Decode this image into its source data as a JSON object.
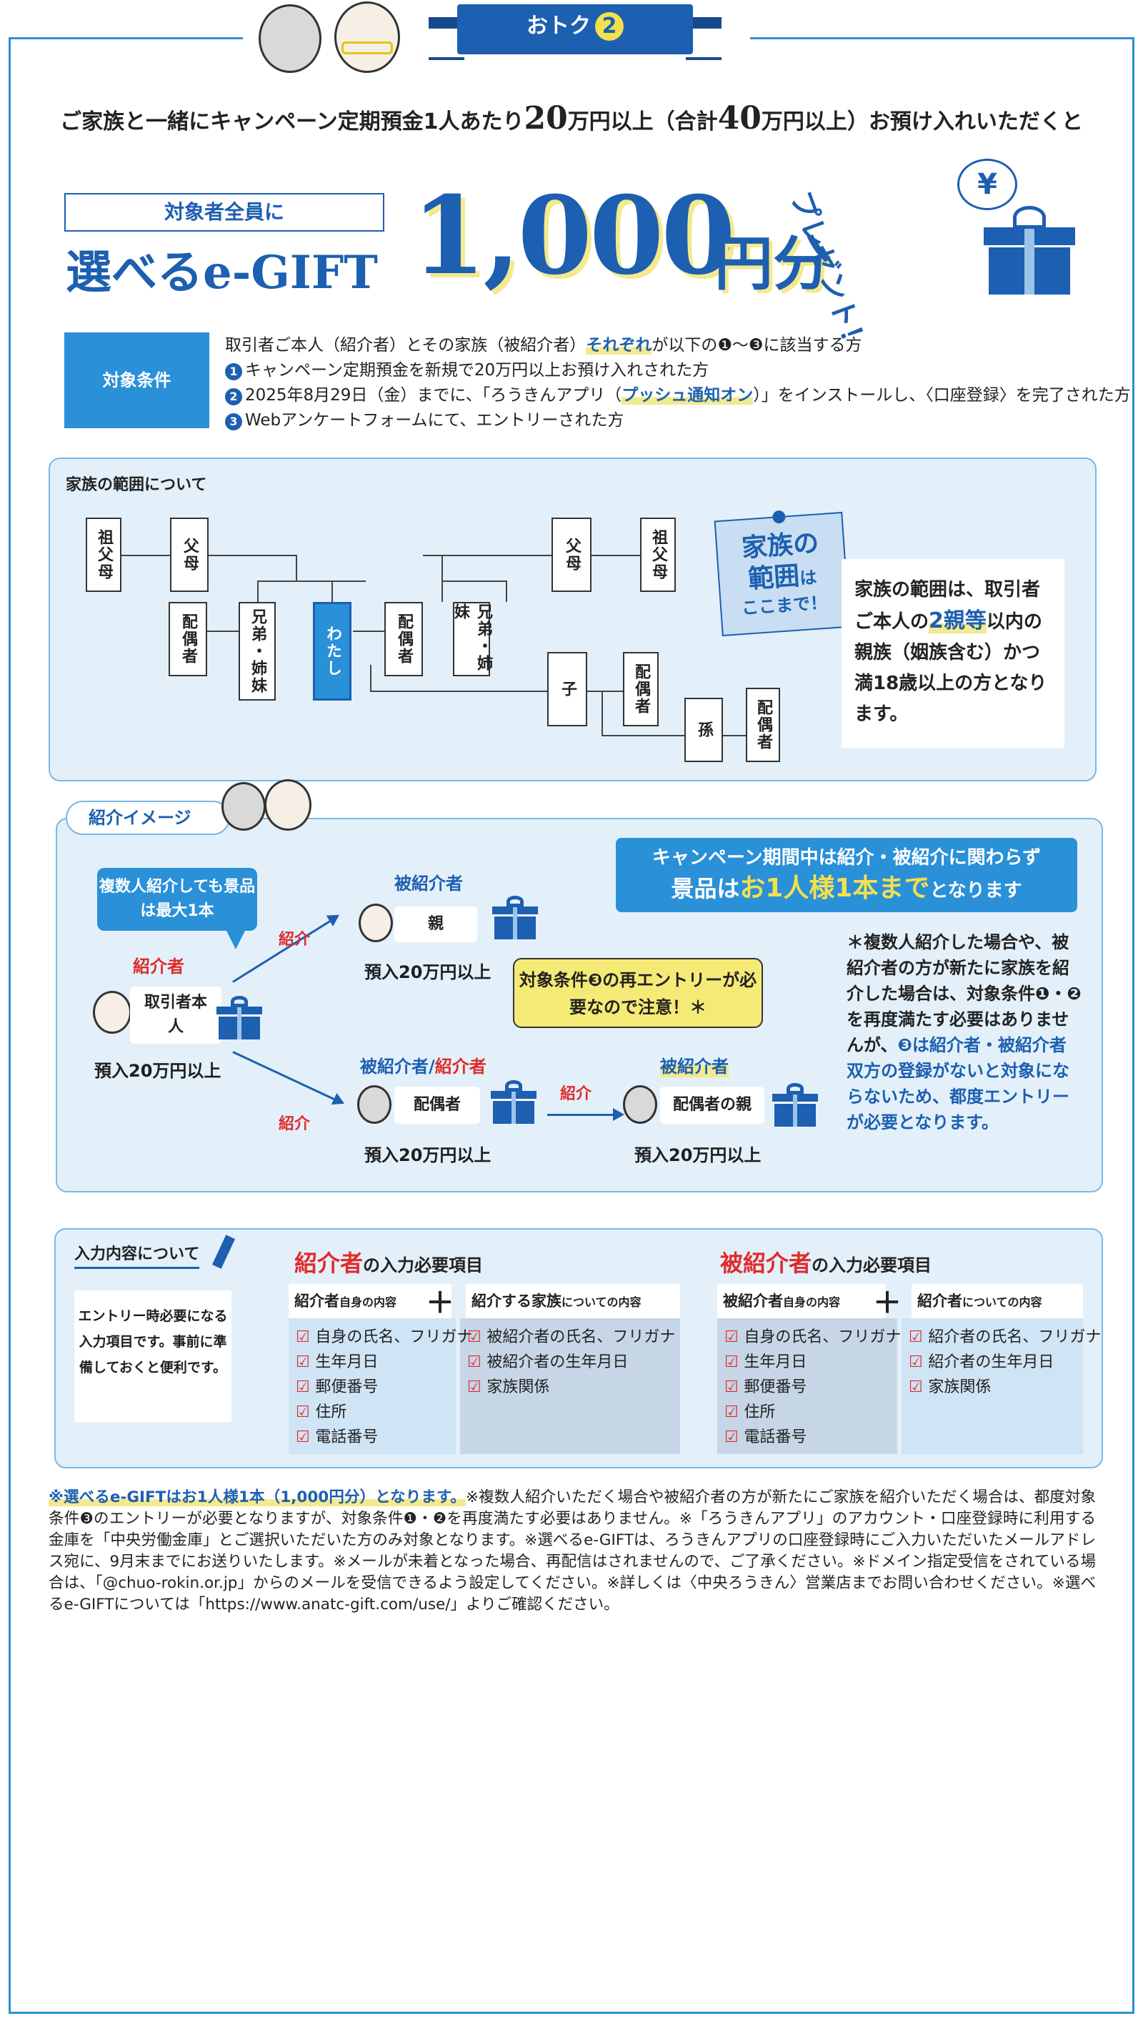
{
  "header": {
    "ribbon_label": "おトク",
    "ribbon_num": "2",
    "intro_pre": "ご家族と一緒にキャンペーン定期預金1人あたり",
    "intro_amount1": "20",
    "intro_mid": "万円以上（合計",
    "intro_amount2": "40",
    "intro_post": "万円以上）お預け入れいただくと"
  },
  "hero": {
    "target_label": "対象者全員に",
    "egift_label": "選べるe-GIFT",
    "amount": "1,000",
    "amount_suffix": "円分",
    "present": "プレゼント！",
    "yen": "¥"
  },
  "conditions": {
    "label": "対象条件",
    "line0_pre": "取引者ご本人（紹介者）とその家族（被紹介者）",
    "line0_hl": "それぞれ",
    "line0_post": "が以下の❶～❸に該当する方",
    "items": [
      {
        "num": "1",
        "text": "キャンペーン定期預金を新規で20万円以上お預け入れされた方"
      },
      {
        "num": "2",
        "pre": "2025年8月29日（金）までに、「ろうきんアプリ（",
        "hl": "プッシュ通知オン",
        "post": "）」をインストールし、〈口座登録〉を完了された方"
      },
      {
        "num": "3",
        "text": "Webアンケートフォームにて、エントリーされた方"
      }
    ]
  },
  "family_scope": {
    "title": "家族の範囲について",
    "tree": {
      "grandparents_left": "祖父母",
      "parents_left": "父母",
      "spouse_left": "配偶者",
      "siblings_left": "兄弟・姉妹",
      "me": "わたし",
      "spouse": "配偶者",
      "siblings_right": "兄弟・姉妹",
      "parents_right": "父母",
      "grandparents_right": "祖父母",
      "child": "子",
      "child_spouse": "配偶者",
      "grandchild": "孫",
      "grandchild_spouse": "配偶者"
    },
    "note_line1": "家族の",
    "note_line2a": "範囲",
    "note_line2b": "は",
    "note_line3": "ここまで！",
    "desc_pre": "家族の範囲は、取引者ご本人の",
    "desc_hl": "2親等",
    "desc_post": "以内の親族（姻族含む）かつ満18歳以上の方となります。"
  },
  "referral": {
    "tab": "紹介イメージ",
    "banner_line1": "キャンペーン期間中は紹介・被紹介に関わらず",
    "banner_line2_pre": "景品は",
    "banner_line2_hl": "お1人様1本まで",
    "banner_line2_post": "となります",
    "callout": "複数人紹介しても景品は最大1本",
    "referrer_label": "紹介者",
    "referrer_card": "取引者本人",
    "referrer_amount": "預入20万円以上",
    "arrow_label_top": "紹介",
    "arrow_label_bottom": "紹介",
    "arrow_label_right": "紹介",
    "referee_label": "被紹介者",
    "referee_card": "親",
    "referee_amount": "預入20万円以上",
    "both_label_a": "被紹介者/",
    "both_label_b": "紹介者",
    "both_card": "配偶者",
    "both_amount": "預入20万円以上",
    "final_label": "被紹介者",
    "final_card": "配偶者の親",
    "final_amount": "預入20万円以上",
    "yellow_callout": "対象条件❸の再エントリーが必要なので注意！＊",
    "side_note_pre": "＊複数人紹介した場合や、被紹介者の方が新たに家族を紹介した場合は、対象条件❶・❷を再度満たす必要はありませんが、",
    "side_note_blue": "❸は紹介者・被紹介者双方の登録がないと対象にならないため、都度エントリーが必要となります。"
  },
  "entry": {
    "title": "入力内容について",
    "note": "エントリー時必要になる入力項目です。事前に準備しておくと便利です。",
    "referrer": {
      "title_red": "紹介者",
      "title_post": "の入力必要項目",
      "col1_head": "紹介者",
      "col1_head_small": "自身の内容",
      "col2_head": "紹介する家族",
      "col2_head_small": "についての内容",
      "col1_items": [
        "自身の氏名、フリガナ",
        "生年月日",
        "郵便番号",
        "住所",
        "電話番号"
      ],
      "col2_items": [
        "被紹介者の氏名、フリガナ",
        "被紹介者の生年月日",
        "家族関係"
      ]
    },
    "referee": {
      "title_red": "被紹介者",
      "title_post": "の入力必要項目",
      "col1_head": "被紹介者",
      "col1_head_small": "自身の内容",
      "col2_head": "紹介者",
      "col2_head_small": "についての内容",
      "col1_items": [
        "自身の氏名、フリガナ",
        "生年月日",
        "郵便番号",
        "住所",
        "電話番号"
      ],
      "col2_items": [
        "紹介者の氏名、フリガナ",
        "紹介者の生年月日",
        "家族関係"
      ]
    },
    "plus": "＋"
  },
  "footer": {
    "hl": "※選べるe-GIFTはお1人様1本（1,000円分）となります。",
    "text": "※複数人紹介いただく場合や被紹介者の方が新たにご家族を紹介いただく場合は、都度対象条件❸のエントリーが必要となりますが、対象条件❶・❷を再度満たす必要はありません。※「ろうきんアプリ」のアカウント・口座登録時に利用する金庫を「中央労働金庫」とご選択いただいた方のみ対象となります。※選べるe-GIFTは、ろうきんアプリの口座登録時にご入力いただいたメールアドレス宛に、9月末までにお送りいたします。※メールが未着となった場合、再配信はされませんので、ご了承ください。※ドメイン指定受信をされている場合は、「@chuo-rokin.or.jp」からのメールを受信できるよう設定してください。※詳しくは〈中央ろうきん〉営業店までお問い合わせください。※選べるe-GIFTについては「https://www.anatc-gift.com/use/」よりご確認ください。"
  },
  "colors": {
    "brand_blue": "#1d5fb0",
    "accent_blue": "#2a90d8",
    "panel_bg": "#e3f0fa",
    "highlight_yellow": "#f3e98e",
    "red": "#e02b2b"
  }
}
